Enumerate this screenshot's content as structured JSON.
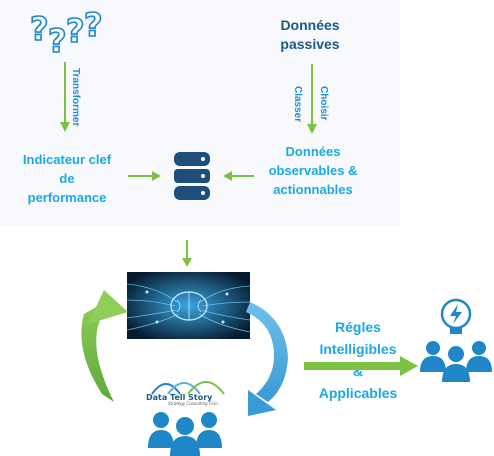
{
  "top_left_icon": "question-marks-icon",
  "transform_label": "Transformer",
  "passive_data": {
    "line1": "Données",
    "line2": "passives"
  },
  "choose_label": "Choisir",
  "classify_label": "Classer",
  "observable_data": {
    "line1": "Données",
    "line2": "observables &",
    "line3": "actionnables"
  },
  "kpi": {
    "line1": "Indicateur clef",
    "line2": "de",
    "line3": "performance"
  },
  "center_icon": "database-icon",
  "ai_image": "neural-network-brain-image",
  "logo": {
    "name": "Data Tell Story",
    "tagline": "Strategy Consulting Firm"
  },
  "team_icon": "people-group-icon",
  "rules": {
    "line1": "Régles",
    "line2": "Intelligibles",
    "line3": "&",
    "line4": "Applicables"
  },
  "insight_icon": "lightbulb-people-icon",
  "colors": {
    "blue": "#1ba9e1",
    "dark_blue": "#1b5a86",
    "green": "#7cc242",
    "icon_blue": "#1f86c8"
  }
}
